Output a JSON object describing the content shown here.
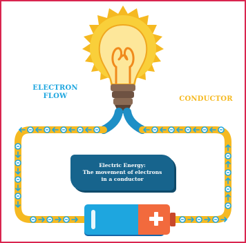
{
  "labels": {
    "electron_flow_line1": "ELECTRON",
    "electron_flow_line2": "FLOW",
    "conductor": "CONDUCTOR"
  },
  "info_box": {
    "line1": "Electric Energy:",
    "line2": "The movement of electrons",
    "line3": "in a conductor"
  },
  "colors": {
    "frame_border": "#d9254f",
    "wire": "#f5b921",
    "electron": "#1ea6df",
    "info_box": "#17648d",
    "battery_negative": "#1ea6df",
    "battery_positive": "#f26a3d"
  },
  "icons": [
    "light-bulb-icon",
    "battery-icon",
    "plus-icon",
    "minus-icon",
    "electron-icon",
    "arrow-icon"
  ]
}
